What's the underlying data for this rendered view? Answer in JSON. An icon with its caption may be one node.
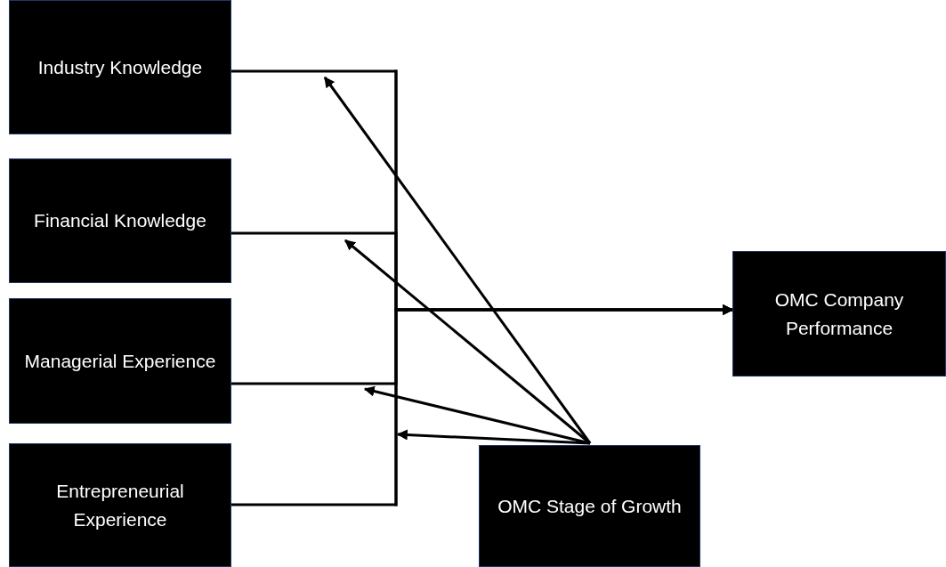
{
  "diagram": {
    "nodes": [
      {
        "text": [
          "Industry Knowledge"
        ]
      },
      {
        "text": [
          "Financial Knowledge"
        ]
      },
      {
        "text": [
          "Managerial Experience"
        ]
      },
      {
        "text": [
          "Entrepreneurial Experience"
        ]
      },
      {
        "text": [
          "OMC Company Performance"
        ]
      },
      {
        "text": [
          "OMC Stage of Growth"
        ]
      }
    ],
    "edges": [
      {
        "from": 0,
        "to": 4,
        "arrow": "to"
      },
      {
        "from": 1,
        "to": 4,
        "arrow": "to"
      },
      {
        "from": 2,
        "to": 4,
        "arrow": "to"
      },
      {
        "from": 3,
        "to": 4,
        "arrow": "to"
      },
      {
        "from": 5,
        "to": null,
        "arrow": "to"
      },
      {
        "from": 5,
        "to": null,
        "arrow": "to"
      },
      {
        "from": 5,
        "to": null,
        "arrow": "to"
      },
      {
        "from": 5,
        "to": null,
        "arrow": "to"
      }
    ]
  }
}
